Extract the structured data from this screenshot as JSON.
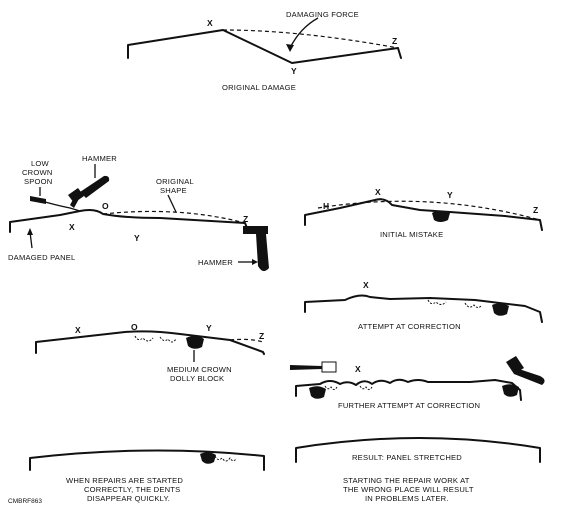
{
  "original_damage": {
    "damaging_force": "DAMAGING FORCE",
    "point_x": "X",
    "point_y": "Y",
    "point_z": "Z",
    "caption": "ORIGINAL DAMAGE"
  },
  "tools_panel": {
    "low_crown_spoon_line1": "LOW",
    "low_crown_spoon_line2": "CROWN",
    "low_crown_spoon_line3": "SPOON",
    "hammer_top": "HAMMER",
    "original_shape_line1": "ORIGINAL",
    "original_shape_line2": "SHAPE",
    "point_x": "X",
    "point_o": "O",
    "point_y": "Y",
    "point_z": "Z",
    "damaged_panel": "DAMAGED PANEL",
    "hammer_bottom": "HAMMER"
  },
  "initial_mistake": {
    "point_h": "H",
    "point_x": "X",
    "point_y": "Y",
    "point_z": "Z",
    "caption": "INITIAL MISTAKE"
  },
  "attempt_correction": {
    "point_x": "X",
    "caption": "ATTEMPT AT CORRECTION"
  },
  "dolly_panel": {
    "point_x": "X",
    "point_o": "O",
    "point_y": "Y",
    "point_z": "Z",
    "dolly_line1": "MEDIUM CROWN",
    "dolly_line2": "DOLLY BLOCK"
  },
  "further_attempt": {
    "point_x": "X",
    "caption": "FURTHER ATTEMPT AT CORRECTION"
  },
  "result": {
    "caption": "RESULT:  PANEL STRETCHED"
  },
  "footer": {
    "left_line1": "WHEN REPAIRS ARE STARTED",
    "left_line2": "CORRECTLY, THE DENTS",
    "left_line3": "DISAPPEAR QUICKLY.",
    "right_line1": "STARTING THE REPAIR WORK AT",
    "right_line2": "THE WRONG PLACE WILL RESULT",
    "right_line3": "IN PROBLEMS LATER.",
    "figure_code": "CMBRF863"
  }
}
